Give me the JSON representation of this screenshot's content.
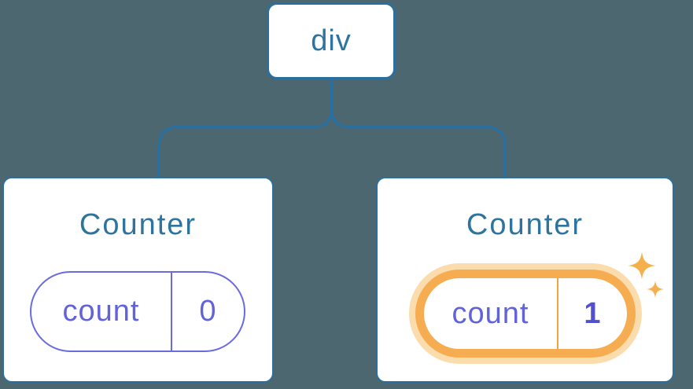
{
  "root_node": {
    "label": "div"
  },
  "counters": [
    {
      "title": "Counter",
      "state_key": "count",
      "state_value": "0",
      "highlighted": false
    },
    {
      "title": "Counter",
      "state_key": "count",
      "state_value": "1",
      "highlighted": true
    }
  ],
  "icons": {
    "sparkles": "sparkles-icon"
  },
  "colors": {
    "background": "#4c6770",
    "tree_line_blue": "#2b6f9e",
    "node_text_blue": "#2f739f",
    "state_purple": "#6262da",
    "state_value_bold_purple": "#5050d0",
    "highlight_orange": "#f6ad52",
    "highlight_glow": "#fbdcad",
    "sparkle_orange": "#f5b04e",
    "card_background": "#ffffff"
  }
}
